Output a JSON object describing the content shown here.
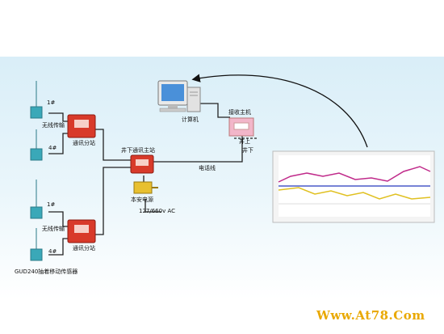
{
  "labels": {
    "computer": "计算机",
    "receiver_host": "接收主机",
    "well_up": "井上",
    "well_down": "井下",
    "wireless_sensor": "无线传输",
    "comm_substation": "通讯分站",
    "underground_station": "井下通讯主站",
    "intrinsic_power": "本安电源",
    "voltage": "127/660v AC",
    "cable": "电话线",
    "device_model": "GUD240抽着移动传感器",
    "sensor_1": "1#",
    "sensor_4": "4#"
  },
  "brand": "Www.At78.Com",
  "icons": [
    "desktop-computer-icon",
    "receiver-host-icon",
    "antenna-sensor-icon",
    "substation-icon",
    "power-supply-icon",
    "chart-screenshot-icon"
  ],
  "colors": {
    "background": "#d9eef8",
    "substation": "#d83a2a",
    "host": "#f2b6c9",
    "power": "#e8c030",
    "brand": "#e9a800",
    "line": "#222222"
  }
}
